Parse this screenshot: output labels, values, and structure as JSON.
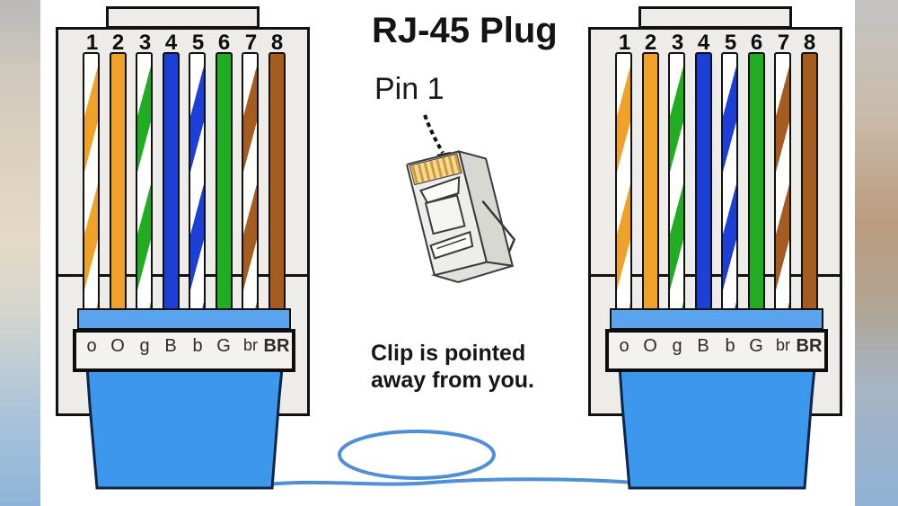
{
  "center": {
    "title": "RJ-45 Plug",
    "pin_label": "Pin 1",
    "clip_note_line1": "Clip is pointed",
    "clip_note_line2": "away from you."
  },
  "connector": {
    "pins": [
      {
        "number": "1",
        "code": "o",
        "wire": "white-orange"
      },
      {
        "number": "2",
        "code": "O",
        "wire": "orange"
      },
      {
        "number": "3",
        "code": "g",
        "wire": "white-green"
      },
      {
        "number": "4",
        "code": "B",
        "wire": "blue"
      },
      {
        "number": "5",
        "code": "b",
        "wire": "white-blue"
      },
      {
        "number": "6",
        "code": "G",
        "wire": "green"
      },
      {
        "number": "7",
        "code": "br",
        "wire": "white-brown"
      },
      {
        "number": "8",
        "code": "BR",
        "wire": "brown"
      }
    ]
  },
  "colors": {
    "orange": "#f0a128",
    "blue": "#1c3fd8",
    "green": "#21ad21",
    "brown": "#a55c1e",
    "boot": "#3d97ed",
    "jacket": "#5aa4ef",
    "cable": "#4e8fd6",
    "body": "#edece8"
  }
}
